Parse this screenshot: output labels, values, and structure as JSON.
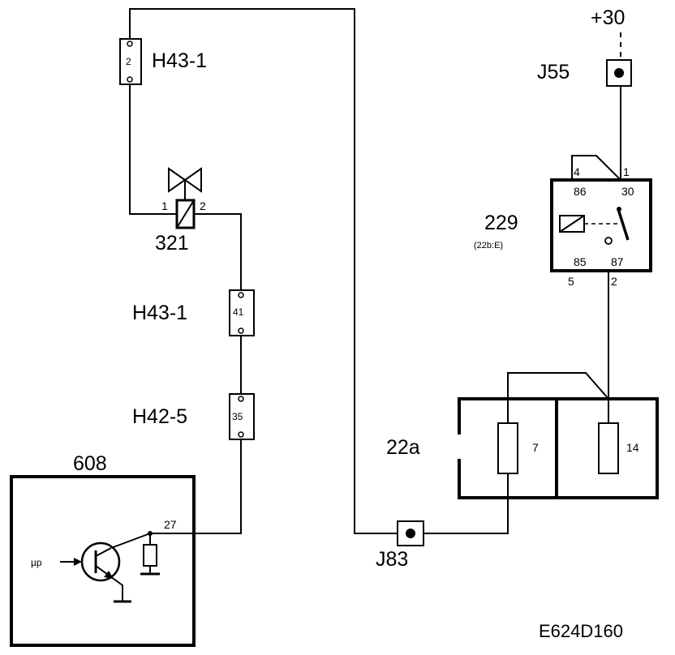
{
  "labels": {
    "plus30": "+30",
    "j55": "J55",
    "relay": "229",
    "relay_sub": "(22b:E)",
    "relay_pin86": "86",
    "relay_pin30": "30",
    "relay_pin85": "85",
    "relay_pin87": "87",
    "relay_pin4": "4",
    "relay_pin1": "1",
    "relay_pin5": "5",
    "relay_pin2": "2",
    "conn_h43_top": "H43-1",
    "conn_h43_top_pin": "2",
    "valve": "321",
    "valve_pin1": "1",
    "valve_pin2": "2",
    "conn_h43_mid": "H43-1",
    "conn_h43_mid_pin": "41",
    "conn_h42": "H42-5",
    "conn_h42_pin": "35",
    "ecu": "608",
    "ecu_pin": "27",
    "ecu_input": "µp",
    "fusebox": "22a",
    "fuse7": "7",
    "fuse14": "14",
    "j83": "J83",
    "diagram_id": "E624D160"
  },
  "colors": {
    "line": "#000000",
    "background": "#ffffff"
  }
}
